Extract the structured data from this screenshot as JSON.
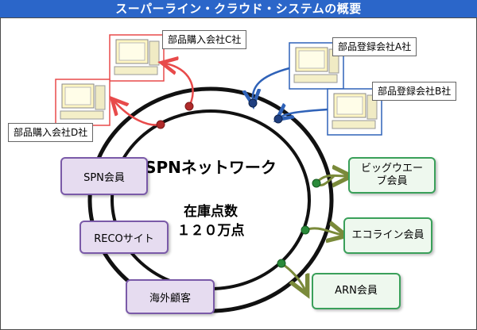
{
  "title": "スーパーライン・クラウド・システムの概要",
  "network": {
    "name": "SPNネットワーク",
    "stock_label": "在庫点数",
    "stock_value": "１２０万点"
  },
  "companies": {
    "buyer_c": "部品購入会社C社",
    "buyer_d": "部品購入会社D社",
    "seller_a": "部品登録会社A社",
    "seller_b": "部品登録会社B社"
  },
  "left_nodes": {
    "spn_member": "SPN会員",
    "reco_site": "RECOサイト",
    "overseas": "海外顧客"
  },
  "right_nodes": {
    "big_wave": "ビッグウエーブ会員",
    "ecoline": "エコライン会員",
    "arn": "ARN会員"
  },
  "colors": {
    "title_bg": "#2b66c9",
    "buyer": "#e84a4a",
    "seller": "#2f62b8",
    "member_arrow": "#7a8a3a",
    "purple_fill": "#e6dcf0",
    "green_border": "#3aa05a"
  }
}
